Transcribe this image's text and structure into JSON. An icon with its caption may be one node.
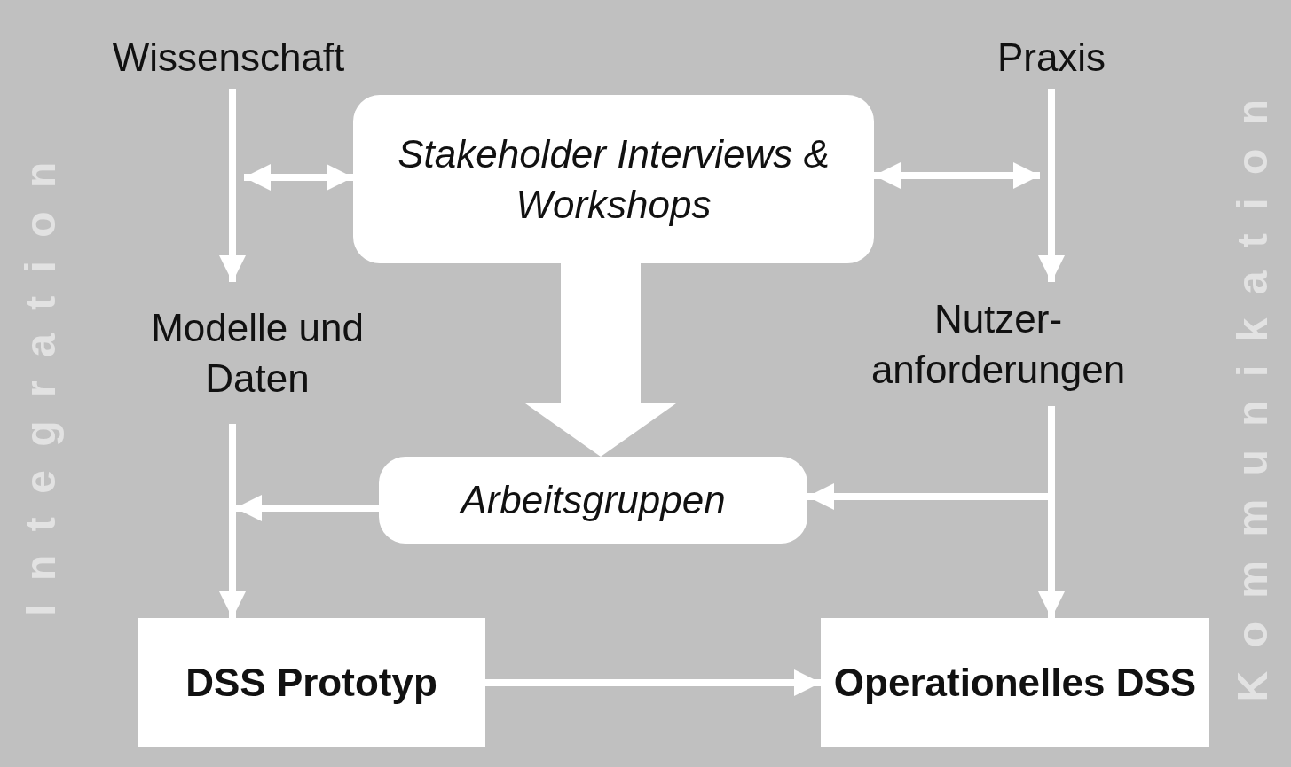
{
  "diagram": {
    "nodes": [
      {
        "text": [
          "Wissenschaft"
        ]
      },
      {
        "text": [
          "Praxis"
        ]
      },
      {
        "text": [
          "Stakeholder Interviews & Workshops"
        ]
      },
      {
        "text": [
          "Modelle und Daten"
        ]
      },
      {
        "text": [
          "Nutzer- anforderungen"
        ]
      },
      {
        "text": [
          "Arbeitsgruppen"
        ]
      },
      {
        "text": [
          "DSS Prototyp"
        ]
      },
      {
        "text": [
          "Operationelles DSS"
        ]
      }
    ],
    "edges": [
      {
        "from": 0,
        "to": 3,
        "arrow": "to"
      },
      {
        "from": null,
        "to": 2,
        "arrow": "both"
      },
      {
        "from": 2,
        "to": null,
        "arrow": "both"
      },
      {
        "from": 1,
        "to": 4,
        "arrow": "to"
      },
      {
        "from": 2,
        "to": 5,
        "arrow": "to",
        "style": "thick"
      },
      {
        "from": 3,
        "to": 6,
        "arrow": "to"
      },
      {
        "from": 5,
        "to": null,
        "arrow": "to"
      },
      {
        "from": null,
        "to": 5,
        "arrow": "to"
      },
      {
        "from": 4,
        "to": 7,
        "arrow": "to"
      },
      {
        "from": 6,
        "to": 7,
        "arrow": "to"
      }
    ],
    "labels": [
      "Integration",
      "Kommunikation"
    ]
  }
}
